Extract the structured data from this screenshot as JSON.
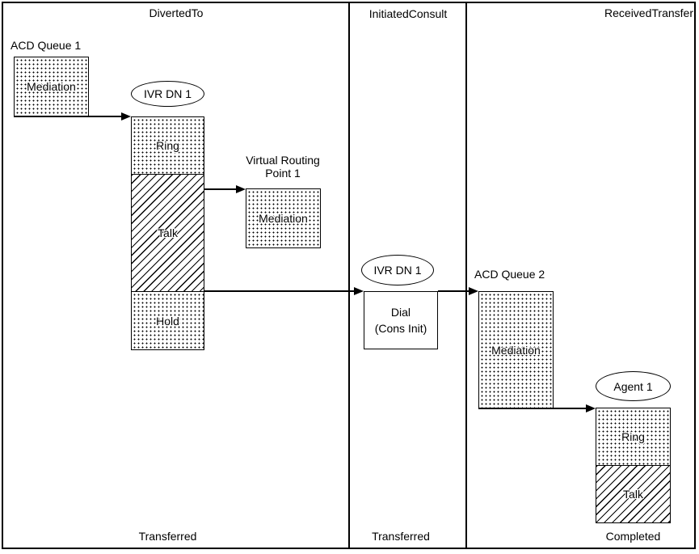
{
  "columns": [
    {
      "header": "DivertedTo",
      "footer": "Transferred"
    },
    {
      "header": "InitiatedConsult",
      "footer": "Transferred"
    },
    {
      "header": "ReceivedTransfer",
      "footer": "Completed"
    }
  ],
  "segments": {
    "acd_queue_1": {
      "label": "ACD Queue 1",
      "state": "Mediation"
    },
    "ivr_dn_1": {
      "label": "IVR DN 1",
      "states": [
        "Ring",
        "Talk",
        "Hold"
      ]
    },
    "virtual_routing_point_1": {
      "label_line1": "Virtual Routing",
      "label_line2": "Point 1",
      "state": "Mediation"
    },
    "ivr_dn_1_consult": {
      "label": "IVR DN 1",
      "state_line1": "Dial",
      "state_line2": "(Cons Init)"
    },
    "acd_queue_2": {
      "label": "ACD Queue 2",
      "state": "Mediation"
    },
    "agent_1": {
      "label": "Agent 1",
      "states": [
        "Ring",
        "Talk"
      ]
    }
  },
  "colors": {
    "stroke": "#000000",
    "background": "#ffffff"
  }
}
